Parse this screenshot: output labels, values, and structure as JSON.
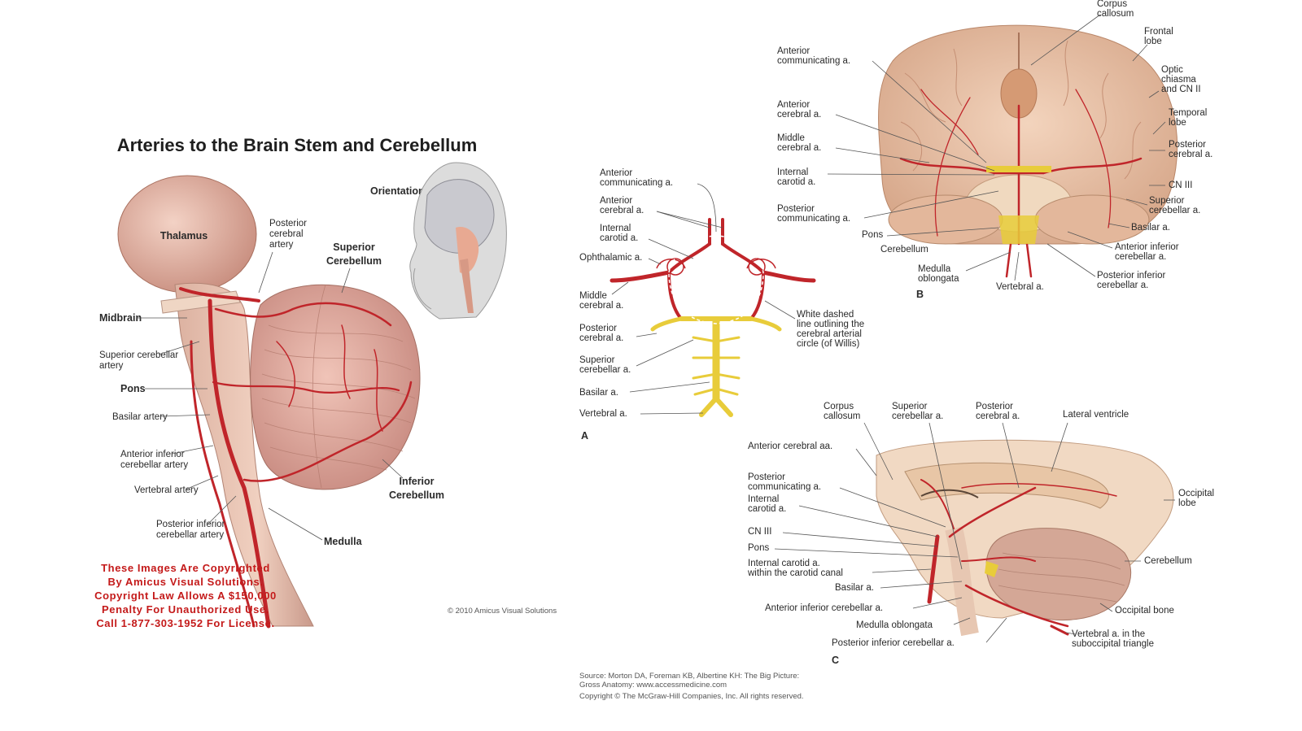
{
  "left_panel": {
    "title": "Arteries to the Brain Stem and Cerebellum",
    "orientation_label": "Orientation",
    "labels": {
      "thalamus": "Thalamus",
      "posterior_cerebral_artery": [
        "Posterior",
        "cerebral",
        "artery"
      ],
      "superior_cerebellum": [
        "Superior",
        "Cerebellum"
      ],
      "midbrain": "Midbrain",
      "superior_cerebellar_artery": [
        "Superior cerebellar",
        "artery"
      ],
      "pons": "Pons",
      "basilar_artery": "Basilar artery",
      "anterior_inferior_cerebellar_artery": [
        "Anterior inferior",
        "cerebellar artery"
      ],
      "vertebral_artery": "Vertebral artery",
      "posterior_inferior_cerebellar_artery": [
        "Posterior inferior",
        "cerebellar artery"
      ],
      "inferior_cerebellum": [
        "Inferior",
        "Cerebellum"
      ],
      "medulla": "Medulla"
    },
    "copyright_lines": [
      "These Images Are Copyrighted",
      "By Amicus Visual Solutions.",
      "Copyright Law Allows A $150,000",
      "Penalty For Unauthorized Use.",
      "Call 1-877-303-1952 For License."
    ],
    "small_credit": "© 2010 Amicus Visual Solutions"
  },
  "right_panel": {
    "figure_a": {
      "letter": "A",
      "labels": {
        "anterior_communicating": [
          "Anterior",
          "communicating a."
        ],
        "anterior_cerebral": [
          "Anterior",
          "cerebral a."
        ],
        "internal_carotid": [
          "Internal",
          "carotid a."
        ],
        "ophthalmic": "Ophthalamic a.",
        "middle_cerebral": [
          "Middle",
          "cerebral a."
        ],
        "posterior_cerebral": [
          "Posterior",
          "cerebral a."
        ],
        "superior_cerebellar": [
          "Superior",
          "cerebellar a."
        ],
        "basilar": "Basilar a.",
        "vertebral": "Vertebral a.",
        "white_dashed": [
          "White dashed",
          "line outlining the",
          "cerebral arterial",
          "circle (of Willis)"
        ]
      }
    },
    "figure_b": {
      "letter": "B",
      "labels": {
        "corpus_callosum": [
          "Corpus",
          "callosum"
        ],
        "frontal_lobe": [
          "Frontal",
          "lobe"
        ],
        "optic_chiasma": [
          "Optic",
          "chiasma",
          "and CN II"
        ],
        "temporal_lobe": [
          "Temporal",
          "lobe"
        ],
        "posterior_cerebral": [
          "Posterior",
          "cerebral a."
        ],
        "cn_iii": "CN III",
        "superior_cerebellar": [
          "Superior",
          "cerebellar a."
        ],
        "basilar": "Basilar a.",
        "anterior_inferior_cerebellar": [
          "Anterior inferior",
          "cerebellar a."
        ],
        "posterior_inferior_cerebellar": [
          "Posterior inferior",
          "cerebellar a."
        ],
        "vertebral": "Vertebral a.",
        "medulla_oblongata": [
          "Medulla",
          "oblongata"
        ],
        "cerebellum": "Cerebellum",
        "pons": "Pons",
        "posterior_communicating": [
          "Posterior",
          "communicating a."
        ],
        "internal_carotid": [
          "Internal",
          "carotid a."
        ],
        "middle_cerebral": [
          "Middle",
          "cerebral a."
        ],
        "anterior_cerebral": [
          "Anterior",
          "cerebral a."
        ],
        "anterior_communicating": [
          "Anterior",
          "communicating a."
        ]
      }
    },
    "figure_c": {
      "letter": "C",
      "labels": {
        "corpus_callosum": [
          "Corpus",
          "callosum"
        ],
        "superior_cerebellar": [
          "Superior",
          "cerebellar a."
        ],
        "posterior_cerebral": [
          "Posterior",
          "cerebral a."
        ],
        "lateral_ventricle": "Lateral ventricle",
        "anterior_cerebral_aa": "Anterior cerebral aa.",
        "posterior_communicating": [
          "Posterior",
          "communicating a."
        ],
        "internal_carotid": [
          "Internal",
          "carotid a."
        ],
        "cn_iii": "CN III",
        "pons": "Pons",
        "internal_carotid_canal": [
          "Internal carotid a.",
          "within the carotid canal"
        ],
        "basilar": "Basilar a.",
        "anterior_inferior_cerebellar": "Anterior inferior cerebellar a.",
        "medulla_oblongata": "Medulla oblongata",
        "posterior_inferior_cerebellar": "Posterior inferior cerebellar a.",
        "occipital_lobe": [
          "Occipital",
          "lobe"
        ],
        "cerebellum": "Cerebellum",
        "occipital_bone": "Occipital bone",
        "vertebral_suboccipital": [
          "Vertebral a. in the",
          "suboccipital triangle"
        ]
      }
    },
    "source_lines": [
      "Source: Morton DA, Foreman KB, Albertine KH: The Big Picture:",
      "Gross Anatomy: www.accessmedicine.com",
      "Copyright © The McGraw-Hill Companies, Inc. All rights reserved."
    ]
  },
  "colors": {
    "artery": "#c0252a",
    "vertebrobasilar": "#e8cc3a",
    "tissue": "#e9b7a8",
    "brain": "#ecc3a9",
    "copyright_text": "#c41a1a"
  }
}
